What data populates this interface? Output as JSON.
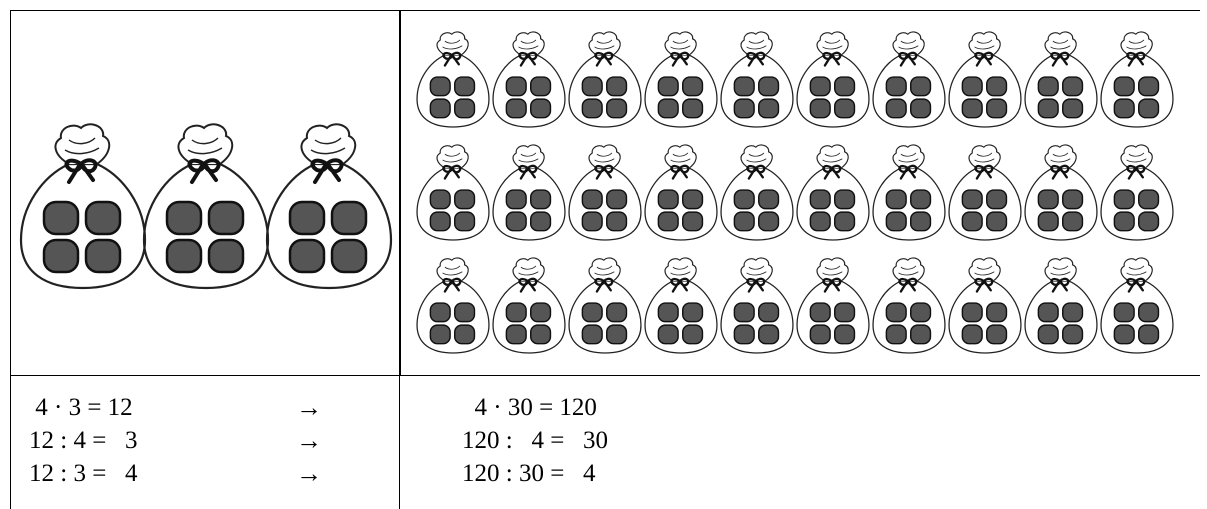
{
  "equations_left": [
    {
      "text": " 4 · 3 = 12",
      "arrow": "→"
    },
    {
      "text": "12 : 4 =   3",
      "arrow": "→"
    },
    {
      "text": "12 : 3 =   4",
      "arrow": "→"
    }
  ],
  "equations_right": [
    "  4 · 30 = 120",
    "120 :   4 =   30",
    "120 : 30 =   4"
  ],
  "illustration": {
    "left_bag_count": 3,
    "right_bag_rows": 3,
    "right_bag_cols": 10,
    "coins_per_bag": 4,
    "bag_icon": "money-bag-icon",
    "coin_color": "#555555"
  }
}
